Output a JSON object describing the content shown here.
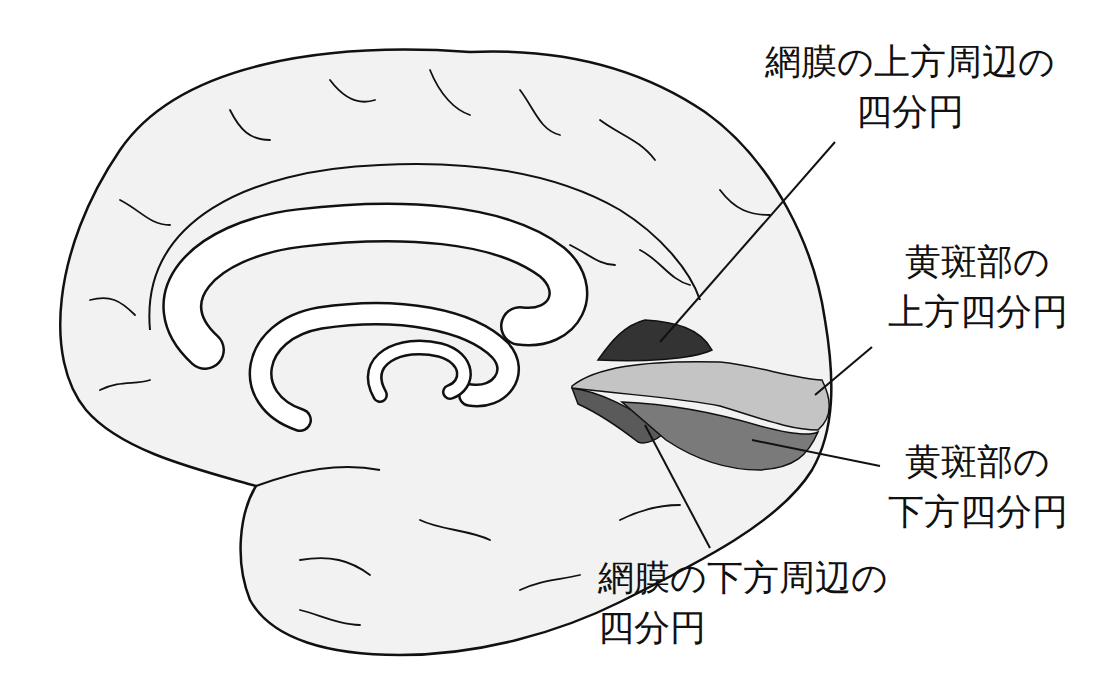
{
  "diagram": {
    "labels": [
      "網膜の上方周辺の 四分円",
      "黄斑部の 上方四分円",
      "黄斑部の 下方四分円",
      "網膜の下方周辺の 四分円"
    ]
  }
}
